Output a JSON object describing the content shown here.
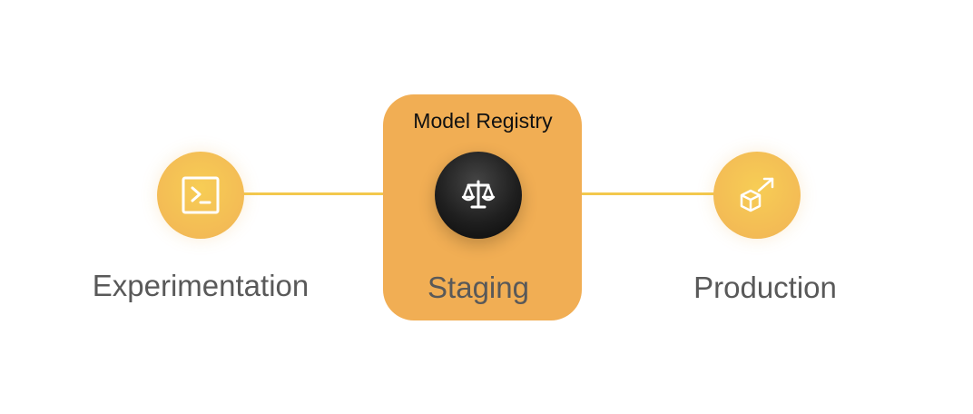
{
  "diagram": {
    "registry_title": "Model Registry",
    "stages": [
      {
        "label": "Experimentation",
        "icon": "terminal-icon"
      },
      {
        "label": "Staging",
        "icon": "balance-scale-icon"
      },
      {
        "label": "Production",
        "icon": "box-arrow-icon"
      }
    ]
  },
  "colors": {
    "connector": "#f3c84d",
    "registry_box": "#f1ae54",
    "node_yellow": "#f3bb55",
    "node_dark": "#1f1f1f",
    "label": "#595959"
  }
}
